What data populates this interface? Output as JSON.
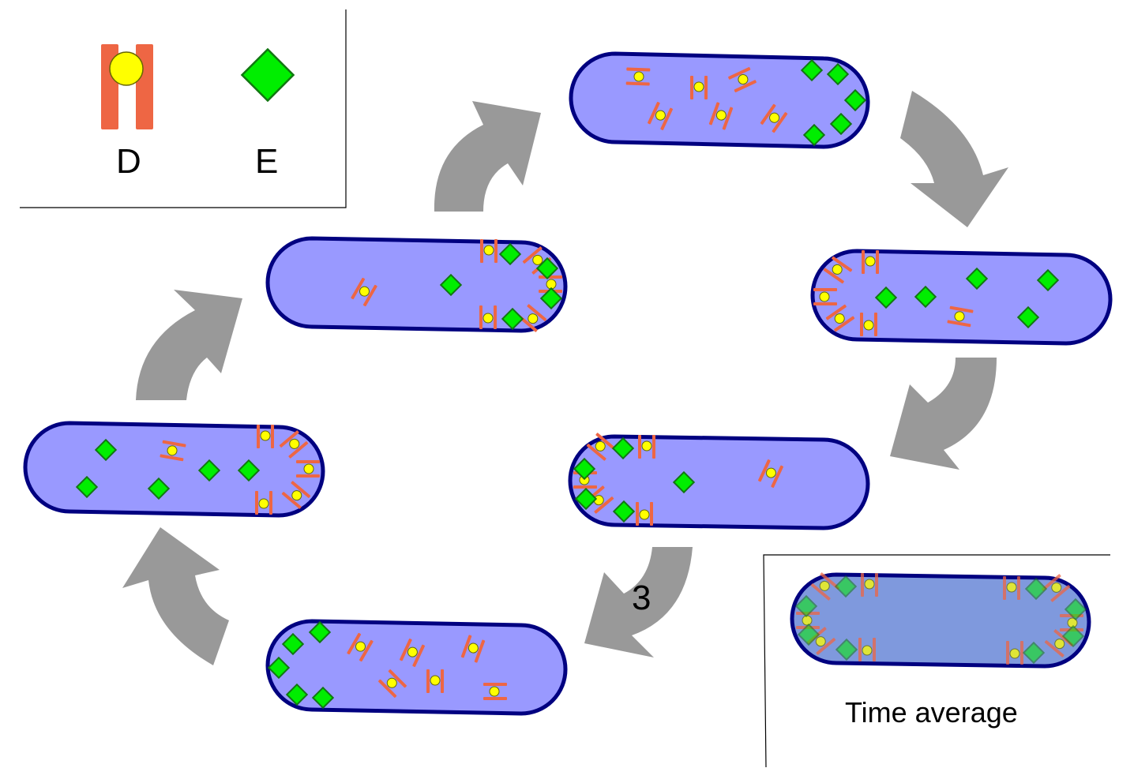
{
  "legend": {
    "d_label": "D",
    "e_label": "E"
  },
  "step_number": "3",
  "time_average_label": "Time average",
  "colors": {
    "cell_fill": "#9999ff",
    "cell_outline": "#000080",
    "average_fill": "#7f99dd",
    "d_protein": "#ee6644",
    "d_core": "#ffff00",
    "e_protein": "#00ee00",
    "e_outline": "#118811",
    "arrow": "#999999"
  },
  "icons": {
    "d_molecule": "minD-dimer-icon",
    "e_molecule": "minE-diamond-icon",
    "arrow": "curved-cycle-arrow-icon"
  }
}
